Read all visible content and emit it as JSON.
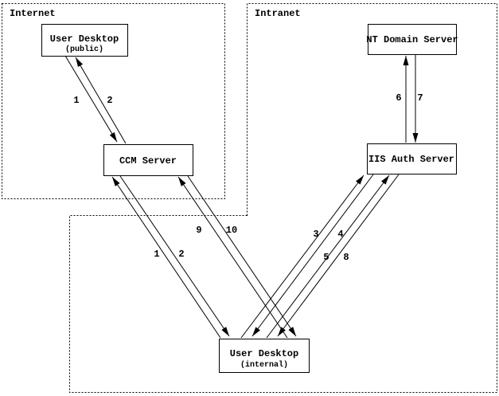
{
  "diagram": {
    "zones": [
      {
        "id": "internet",
        "label": "Internet"
      },
      {
        "id": "intranet",
        "label": "Intranet"
      }
    ],
    "nodes": [
      {
        "id": "user-desktop-public",
        "title": "User Desktop",
        "subtitle": "(public)"
      },
      {
        "id": "ccm-server",
        "title": "CCM Server",
        "subtitle": ""
      },
      {
        "id": "nt-domain-server",
        "title": "NT Domain Server",
        "subtitle": ""
      },
      {
        "id": "iis-auth-server",
        "title": "IIS Auth Server",
        "subtitle": ""
      },
      {
        "id": "user-desktop-internal",
        "title": "User Desktop",
        "subtitle": "(internal)"
      }
    ],
    "edges": [
      {
        "label": "1",
        "from": "user-desktop-public",
        "to": "ccm-server"
      },
      {
        "label": "2",
        "from": "ccm-server",
        "to": "user-desktop-public"
      },
      {
        "label": "1",
        "from": "user-desktop-internal",
        "to": "ccm-server"
      },
      {
        "label": "2",
        "from": "ccm-server",
        "to": "user-desktop-internal"
      },
      {
        "label": "9",
        "from": "user-desktop-internal",
        "to": "ccm-server"
      },
      {
        "label": "10",
        "from": "ccm-server",
        "to": "user-desktop-internal"
      },
      {
        "label": "3",
        "from": "user-desktop-internal",
        "to": "iis-auth-server"
      },
      {
        "label": "4",
        "from": "iis-auth-server",
        "to": "user-desktop-internal"
      },
      {
        "label": "5",
        "from": "user-desktop-internal",
        "to": "iis-auth-server"
      },
      {
        "label": "8",
        "from": "iis-auth-server",
        "to": "user-desktop-internal"
      },
      {
        "label": "6",
        "from": "iis-auth-server",
        "to": "nt-domain-server"
      },
      {
        "label": "7",
        "from": "nt-domain-server",
        "to": "iis-auth-server"
      }
    ],
    "colors": {
      "line": "#000000",
      "background": "#ffffff"
    }
  }
}
